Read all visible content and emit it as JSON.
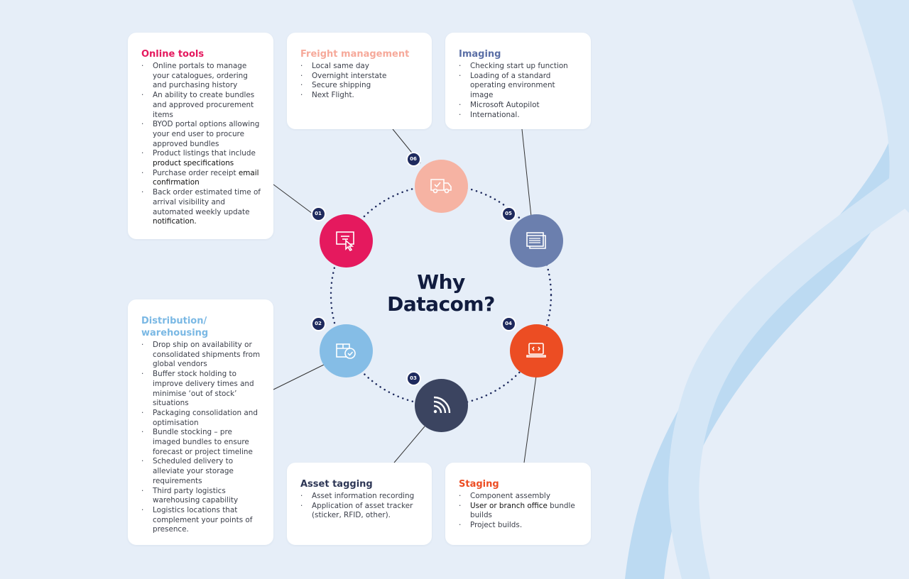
{
  "title_line1": "Why",
  "title_line2": "Datacom?",
  "colors": {
    "background": "#e6eef8",
    "title": "#111c3f",
    "badge": "#1e2a5e"
  },
  "nodes": [
    {
      "num": "01",
      "icon": "online-portal-icon",
      "color": "#e5195e"
    },
    {
      "num": "02",
      "icon": "box-check-icon",
      "color": "#85bde6"
    },
    {
      "num": "03",
      "icon": "wireless-tag-icon",
      "color": "#3b4460"
    },
    {
      "num": "04",
      "icon": "laptop-code-icon",
      "color": "#ec4d23"
    },
    {
      "num": "05",
      "icon": "os-image-window-icon",
      "color": "#6b7fae"
    },
    {
      "num": "06",
      "icon": "delivery-truck-icon",
      "color": "#f6b3a3"
    }
  ],
  "cards": [
    {
      "key": "online-tools",
      "title": "Online tools",
      "color": "#e5195e",
      "items": [
        [
          {
            "t": "Online portals to manage your catalogues, ordering and purchasing history"
          }
        ],
        [
          {
            "t": "An ability to create bundles and approved procurement items"
          }
        ],
        [
          {
            "t": "BYOD portal options allowing your end user to procure approved bundles"
          }
        ],
        [
          {
            "t": "Product listings that include "
          },
          {
            "t": "product specifications",
            "b": true
          }
        ],
        [
          {
            "t": "Purchase order receipt "
          },
          {
            "t": "email confirmation",
            "b": true
          }
        ],
        [
          {
            "t": "Back order estimated time of arrival visibility and automated weekly update "
          },
          {
            "t": "notification.",
            "b": true
          }
        ]
      ]
    },
    {
      "key": "freight-management",
      "title": "Freight management",
      "color": "#f6a99a",
      "items": [
        [
          {
            "t": "Local same day"
          }
        ],
        [
          {
            "t": "Overnight interstate"
          }
        ],
        [
          {
            "t": "Secure shipping"
          }
        ],
        [
          {
            "t": "Next Flight."
          }
        ]
      ]
    },
    {
      "key": "imaging",
      "title": "Imaging",
      "color": "#5b6fa6",
      "items": [
        [
          {
            "t": "Checking start up function"
          }
        ],
        [
          {
            "t": "Loading of a standard operating environment image"
          }
        ],
        [
          {
            "t": "Microsoft Autopilot"
          }
        ],
        [
          {
            "t": "International."
          }
        ]
      ]
    },
    {
      "key": "distribution",
      "title": "Distribution/ warehousing",
      "color": "#7ab8e4",
      "items": [
        [
          {
            "t": "Drop ship on availability or consolidated shipments from global vendors"
          }
        ],
        [
          {
            "t": "Buffer stock holding to improve delivery times and minimise ‘out of stock’ situations"
          }
        ],
        [
          {
            "t": "Packaging consolidation and optimisation"
          }
        ],
        [
          {
            "t": "Bundle stocking – pre imaged bundles to ensure forecast or project timeline"
          }
        ],
        [
          {
            "t": "Scheduled delivery to alleviate your storage requirements"
          }
        ],
        [
          {
            "t": "Third party logistics warehousing capability"
          }
        ],
        [
          {
            "t": "Logistics locations that complement your points of presence."
          }
        ]
      ]
    },
    {
      "key": "asset-tagging",
      "title": "Asset tagging",
      "color": "#2e3756",
      "items": [
        [
          {
            "t": "Asset information recording"
          }
        ],
        [
          {
            "t": "Application of asset tracker (sticker, RFID, other)."
          }
        ]
      ]
    },
    {
      "key": "staging",
      "title": "Staging",
      "color": "#ec4d23",
      "items": [
        [
          {
            "t": "Component assembly"
          }
        ],
        [
          {
            "t": "User or branch office",
            "b": true
          },
          {
            "t": " bundle builds"
          }
        ],
        [
          {
            "t": "Project builds."
          }
        ]
      ]
    }
  ]
}
